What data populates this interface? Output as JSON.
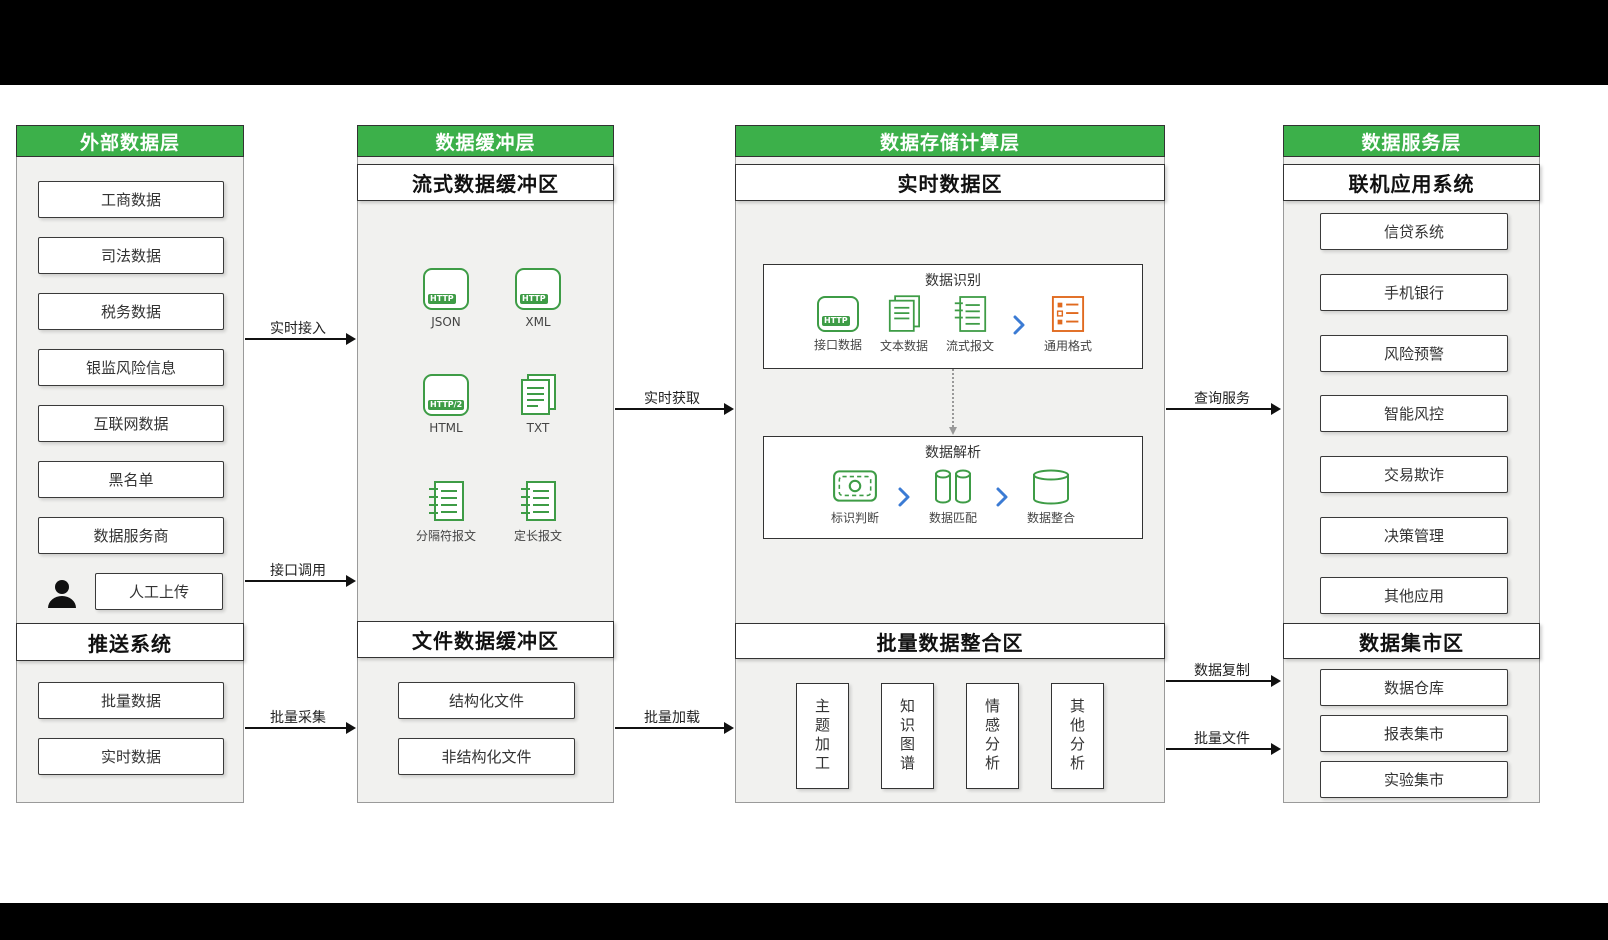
{
  "external": {
    "header": "外部数据层",
    "sources": [
      "工商数据",
      "司法数据",
      "税务数据",
      "银监风险信息",
      "互联网数据",
      "黑名单",
      "数据服务商"
    ],
    "manual_upload": "人工上传",
    "push_system_title": "推送系统",
    "push_items": [
      "批量数据",
      "实时数据"
    ]
  },
  "buffer": {
    "header": "数据缓冲层",
    "stream_title": "流式数据缓冲区",
    "stream_icons": [
      {
        "label": "JSON",
        "badge": "HTTP"
      },
      {
        "label": "XML",
        "badge": "HTTP"
      },
      {
        "label": "HTML",
        "badge": "HTTP/2"
      },
      {
        "label": "TXT"
      },
      {
        "label": "分隔符报文"
      },
      {
        "label": "定长报文"
      }
    ],
    "file_title": "文件数据缓冲区",
    "file_items": [
      "结构化文件",
      "非结构化文件"
    ]
  },
  "storage": {
    "header": "数据存储计算层",
    "realtime_title": "实时数据区",
    "recognition": {
      "title": "数据识别",
      "badge": "HTTP",
      "items": [
        "接口数据",
        "文本数据",
        "流式报文",
        "通用格式"
      ]
    },
    "parsing": {
      "title": "数据解析",
      "items": [
        "标识判断",
        "数据匹配",
        "数据整合"
      ]
    },
    "batch_title": "批量数据整合区",
    "batch_items": [
      "主题加工",
      "知识图谱",
      "情感分析",
      "其他分析"
    ]
  },
  "service": {
    "header": "数据服务层",
    "online_title": "联机应用系统",
    "online_items": [
      "信贷系统",
      "手机银行",
      "风险预警",
      "智能风控",
      "交易欺诈",
      "决策管理",
      "其他应用"
    ],
    "mart_title": "数据集市区",
    "mart_items": [
      "数据仓库",
      "报表集市",
      "实验集市"
    ]
  },
  "flows": {
    "realtime_access": "实时接入",
    "interface_call": "接口调用",
    "batch_collect": "批量采集",
    "realtime_fetch": "实时获取",
    "batch_load": "批量加载",
    "query_service": "查询服务",
    "data_copy": "数据复制",
    "batch_file": "批量文件"
  },
  "colors": {
    "header_green": "#3cb04a",
    "icon_green": "#3e9c46",
    "icon_orange": "#e06a1f",
    "chevron_blue": "#3b7bd4"
  }
}
